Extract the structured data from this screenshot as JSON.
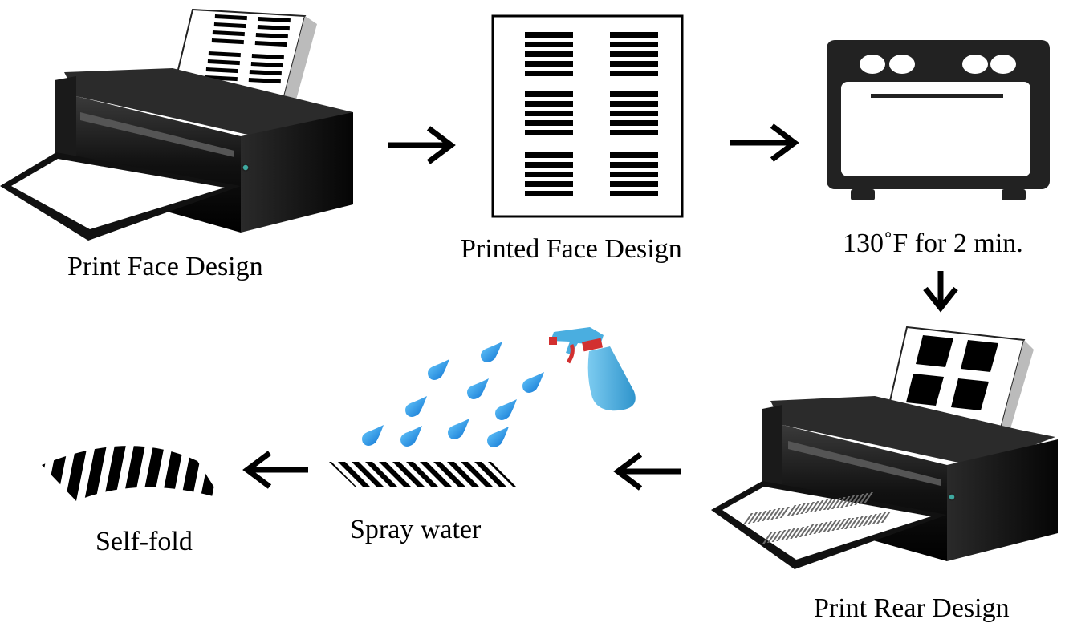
{
  "steps": {
    "print_face": "Print Face Design",
    "printed_face": "Printed Face Design",
    "heat": "130˚F for 2 min.",
    "print_rear": "Print Rear Design",
    "spray": "Spray water",
    "fold": "Self-fold"
  },
  "colors": {
    "ink": "#000000",
    "printer_body": "#141414",
    "water": "#1e90e6",
    "bottle": "#4aaee0",
    "nozzle": "#d23030"
  }
}
